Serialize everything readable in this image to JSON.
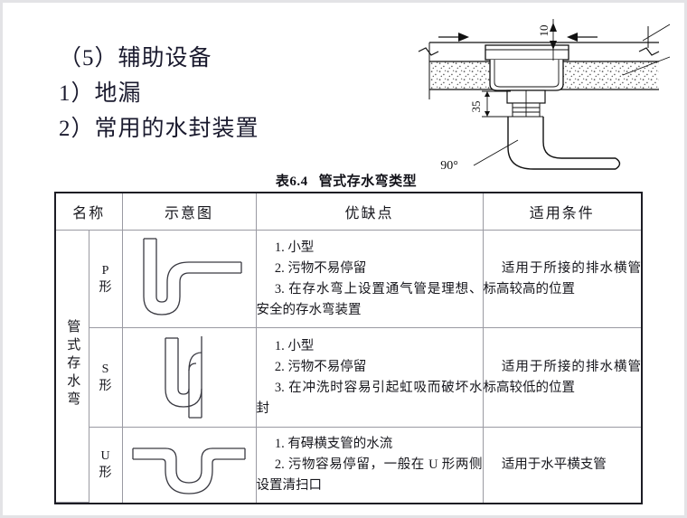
{
  "slide": {
    "headings": [
      "（5）辅助设备",
      "1）地漏",
      "2）常用的水封装置"
    ]
  },
  "drawing": {
    "name": "floor-drain-with-p-trap-section",
    "labels": {
      "dim_top": "10",
      "dim_mid": "35",
      "angle": "90°"
    }
  },
  "table": {
    "caption_prefix": "表",
    "caption_number": "6.4",
    "caption_title": "管式存水弯类型",
    "headers": [
      "名称",
      "示意图",
      "优缺点",
      "适用条件"
    ],
    "group_name": "管式存水弯",
    "rows": [
      {
        "form": "P形",
        "form_letter": "P",
        "form_char": "形",
        "diagram": "p-trap-shape",
        "pros": [
          "1. 小型",
          "2. 污物不易停留",
          "3. 在存水弯上设置通气管是理想、安全的存水弯装置"
        ],
        "condition": "适用于所接的排水横管标高较高的位置"
      },
      {
        "form": "S形",
        "form_letter": "S",
        "form_char": "形",
        "diagram": "s-trap-shape",
        "pros": [
          "1. 小型",
          "2. 污物不易停留",
          "3. 在冲洗时容易引起虹吸而破坏水封"
        ],
        "condition": "适用于所接的排水横管标高较低的位置"
      },
      {
        "form": "U形",
        "form_letter": "U",
        "form_char": "形",
        "diagram": "u-trap-shape",
        "pros": [
          "1. 有碍横支管的水流",
          "2. 污物容易停留，一般在 U 形两侧设置清扫口"
        ],
        "condition": "适用于水平横支管"
      }
    ]
  },
  "colors": {
    "text": "#16161c",
    "heading": "#1a1a2e",
    "table_outer_border": "#1c1c24",
    "table_inner_border": "#9a9aa2",
    "slide_frame": "#e3e3e6",
    "drawing_line": "#111111",
    "hatch": "#e9e9ec"
  }
}
